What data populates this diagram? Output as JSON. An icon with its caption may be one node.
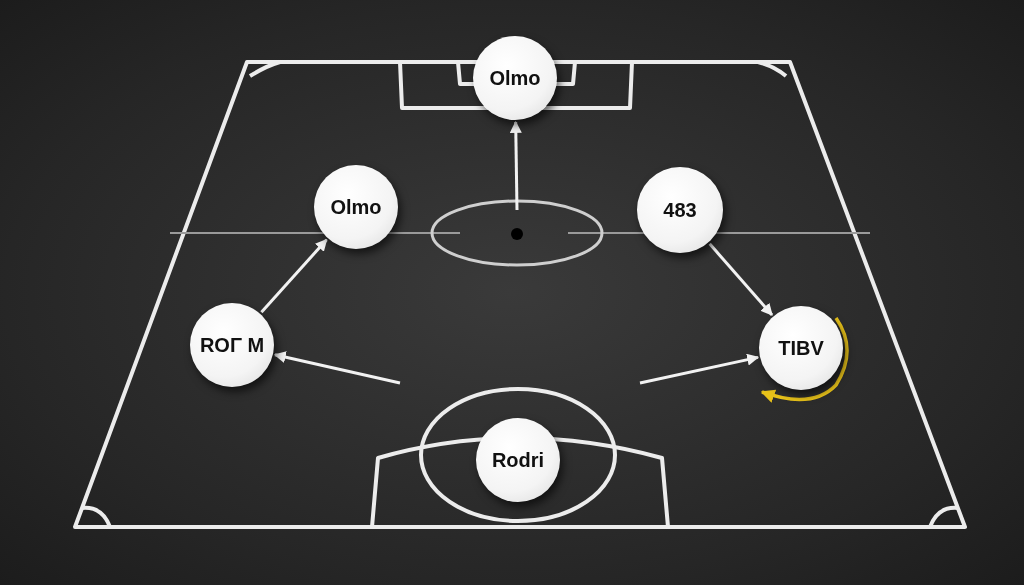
{
  "diagram": {
    "nodes": [
      {
        "text": [
          "Olmo"
        ]
      },
      {
        "text": [
          "Olmo"
        ]
      },
      {
        "text": [
          "ROΓ M"
        ]
      },
      {
        "text": [
          "483"
        ]
      },
      {
        "text": [
          "TIBV"
        ]
      },
      {
        "text": [
          "Rodri"
        ]
      }
    ],
    "edges": [
      {
        "from": null,
        "to": 0,
        "arrow": "to"
      },
      {
        "from": 2,
        "to": 1,
        "arrow": "to"
      },
      {
        "from": null,
        "to": 2,
        "arrow": "to"
      },
      {
        "from": 3,
        "to": 4,
        "arrow": "to"
      },
      {
        "from": null,
        "to": 4,
        "arrow": "to"
      }
    ]
  }
}
